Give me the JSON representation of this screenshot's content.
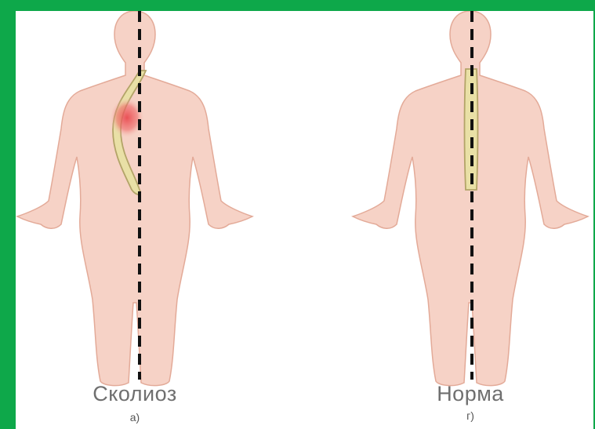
{
  "figures": [
    {
      "label": "Сколиоз",
      "sublabel": "а)"
    },
    {
      "label": "Норма",
      "sublabel": "г)"
    }
  ],
  "colors": {
    "frame": "#0ea84a",
    "skin": "#f6d2c6",
    "skin_outline": "#e3aa98",
    "spine": "#e9e0a6",
    "highlight": "#e94a50",
    "axis": "#111111"
  }
}
